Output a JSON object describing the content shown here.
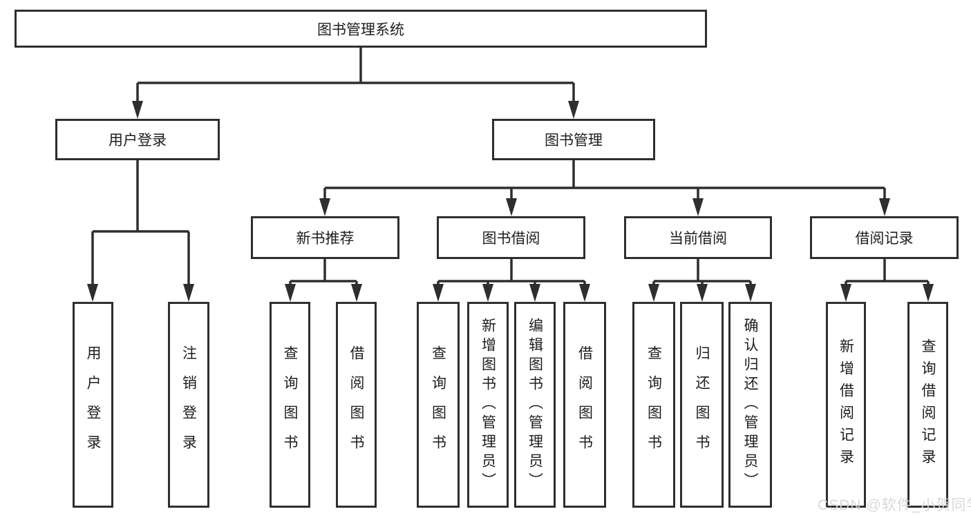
{
  "diagram": {
    "root": {
      "label": "图书管理系统"
    },
    "level2": [
      {
        "id": "user-login",
        "label": "用户登录"
      },
      {
        "id": "book-management",
        "label": "图书管理"
      }
    ],
    "level3": [
      {
        "id": "new-book-recommend",
        "label": "新书推荐"
      },
      {
        "id": "book-borrowing",
        "label": "图书借阅"
      },
      {
        "id": "current-borrowing",
        "label": "当前借阅"
      },
      {
        "id": "borrowing-records",
        "label": "借阅记录"
      }
    ],
    "leaves": [
      {
        "parent": "用户登录",
        "label": "用户登录"
      },
      {
        "parent": "用户登录",
        "label": "注销登录"
      },
      {
        "parent": "新书推荐",
        "label": "查询图书"
      },
      {
        "parent": "新书推荐",
        "label": "借阅图书"
      },
      {
        "parent": "图书借阅",
        "label": "查询图书"
      },
      {
        "parent": "图书借阅",
        "label": "新增图书（管理员）"
      },
      {
        "parent": "图书借阅",
        "label": "编辑图书（管理员）"
      },
      {
        "parent": "图书借阅",
        "label": "借阅图书"
      },
      {
        "parent": "当前借阅",
        "label": "查询图书"
      },
      {
        "parent": "当前借阅",
        "label": "归还图书"
      },
      {
        "parent": "当前借阅",
        "label": "确认归还（管理员）"
      },
      {
        "parent": "借阅记录",
        "label": "新增借阅记录"
      },
      {
        "parent": "借阅记录",
        "label": "查询借阅记录"
      }
    ]
  },
  "watermark": {
    "text": "CSDN @软件_小贺同学"
  },
  "colors": {
    "line": "#2e2e2e",
    "box_border": "#2e2e2e",
    "text": "#1d1d1d",
    "background": "#ffffff",
    "watermark": "#d6d6d6"
  }
}
